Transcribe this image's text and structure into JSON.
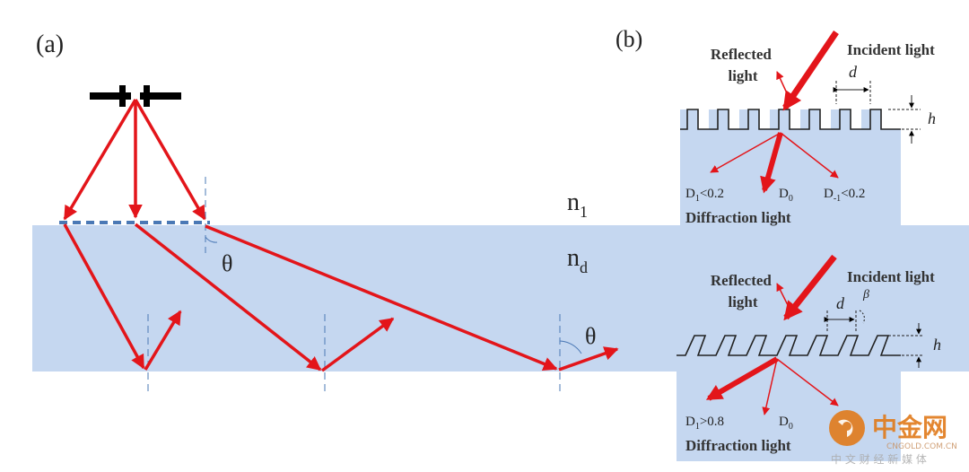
{
  "panel_a": {
    "label": "(a)",
    "n1": "n",
    "n1_sub": "1",
    "nd": "n",
    "nd_sub": "d",
    "theta_top": "θ",
    "theta_right": "θ"
  },
  "panel_b": {
    "label": "(b)",
    "top": {
      "reflected_line1": "Reflected",
      "reflected_line2": "light",
      "incident": "Incident light",
      "d": "d",
      "h": "h",
      "d1_main": "D",
      "d1_sub": "1",
      "d1_rest": "<0.2",
      "d0_main": "D",
      "d0_sub": "0",
      "dm1_main": "D",
      "dm1_sub": "-1",
      "dm1_rest": "<0.2",
      "diffraction": "Diffraction light"
    },
    "bottom": {
      "reflected_line1": "Reflected",
      "reflected_line2": "light",
      "incident": "Incident light",
      "d": "d",
      "beta": "β",
      "h": "h",
      "d1_main": "D",
      "d1_sub": "1",
      "d1_rest": ">0.8",
      "d0_main": "D",
      "d0_sub": "0",
      "diffraction": "Diffraction light"
    }
  },
  "watermark": {
    "brand": "中金网",
    "domain": "CNGOLD.COM.CN",
    "tagline": "中 文 财 经 新 媒 体"
  },
  "colors": {
    "ray": "#e3151a",
    "substrate": "#c5d7f0",
    "grating_dash": "#4a78b5",
    "watermark": "#e07a1a"
  }
}
